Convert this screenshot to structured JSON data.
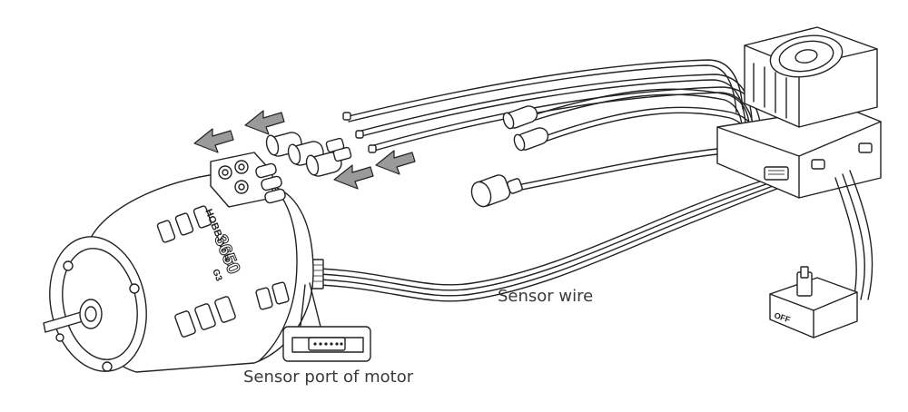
{
  "labels": {
    "sensor_wire": "Sensor wire",
    "sensor_port": "Sensor port of motor"
  },
  "motor_markings": {
    "brand": "HOBBYWING",
    "kv": "3650",
    "suffix": "G3"
  },
  "esc_switch_text": "OFF",
  "colors": {
    "line": "#222222",
    "arrow_fill": "#9a9a9a",
    "background": "#ffffff",
    "label_text": "#3a3a3a"
  }
}
